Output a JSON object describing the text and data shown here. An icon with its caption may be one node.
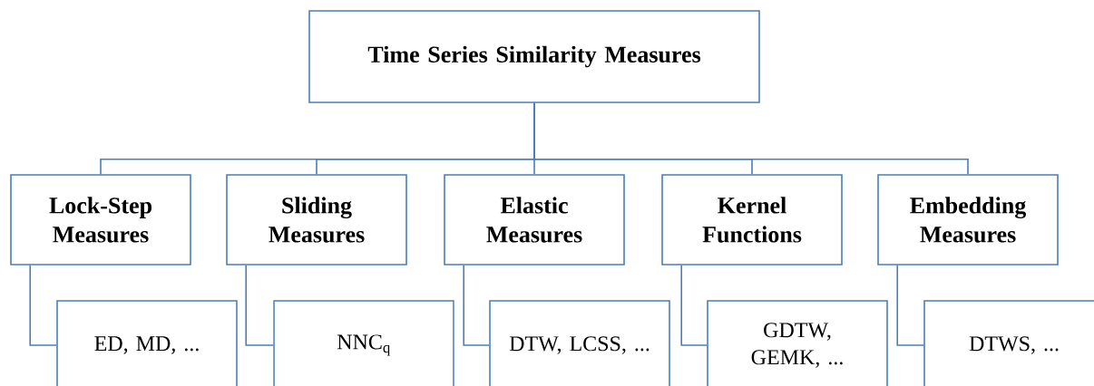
{
  "diagram": {
    "nodes": [
      {
        "text": [
          "Time Series Similarity Measures"
        ]
      },
      {
        "text": [
          "Lock-Step Measures"
        ]
      },
      {
        "text": [
          "Sliding Measures"
        ]
      },
      {
        "text": [
          "Elastic Measures"
        ]
      },
      {
        "text": [
          "Kernel Functions"
        ]
      },
      {
        "text": [
          "Embedding Measures"
        ]
      },
      {
        "text": [
          "ED, MD, ..."
        ]
      },
      {
        "text": [
          "NNC$_{q}$"
        ]
      },
      {
        "text": [
          "DTW, LCSS, ..."
        ]
      },
      {
        "text": [
          "GDTW, GEMK, ..."
        ]
      },
      {
        "text": [
          "DTWS, ..."
        ]
      }
    ],
    "edges": [
      {
        "from": 0,
        "to": 1,
        "arrow": "none"
      },
      {
        "from": 0,
        "to": 2,
        "arrow": "none"
      },
      {
        "from": 0,
        "to": 3,
        "arrow": "none"
      },
      {
        "from": 0,
        "to": 4,
        "arrow": "none"
      },
      {
        "from": 0,
        "to": 5,
        "arrow": "none"
      },
      {
        "from": 1,
        "to": 6,
        "arrow": "none"
      },
      {
        "from": 2,
        "to": 7,
        "arrow": "none"
      },
      {
        "from": 3,
        "to": 8,
        "arrow": "none"
      },
      {
        "from": 4,
        "to": 9,
        "arrow": "none"
      },
      {
        "from": 5,
        "to": 10,
        "arrow": "none"
      }
    ]
  }
}
